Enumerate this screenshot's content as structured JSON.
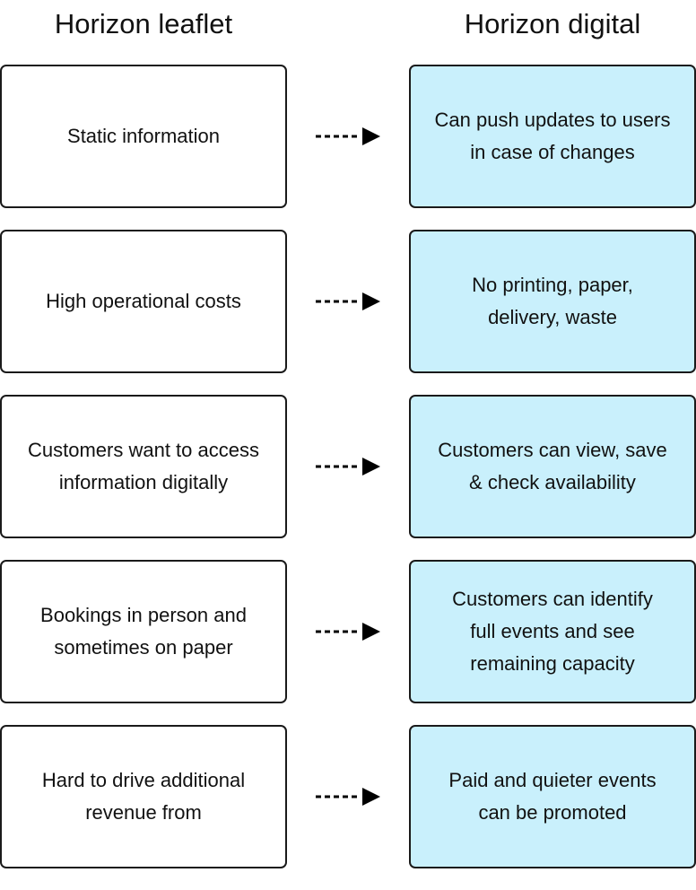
{
  "headers": {
    "left": "Horizon leaflet",
    "right": "Horizon digital"
  },
  "rows": [
    {
      "leaflet": "Static information",
      "digital": "Can push updates to users\nin case of changes"
    },
    {
      "leaflet": "High operational costs",
      "digital": "No printing, paper,\ndelivery, waste"
    },
    {
      "leaflet": "Customers want to access\ninformation digitally",
      "digital": "Customers can view, save\n&  check availability"
    },
    {
      "leaflet": "Bookings in person and\nsometimes on paper",
      "digital": "Customers can identify\nfull events and see\nremaining capacity"
    },
    {
      "leaflet": "Hard to drive additional\nrevenue from",
      "digital": "Paid and quieter events\ncan be promoted"
    }
  ],
  "colors": {
    "digital_fill": "#c9f0fc",
    "border": "#1a1a1a",
    "arrow": "#000000"
  },
  "icons": {
    "connector": "dashed-arrow-right-icon"
  }
}
